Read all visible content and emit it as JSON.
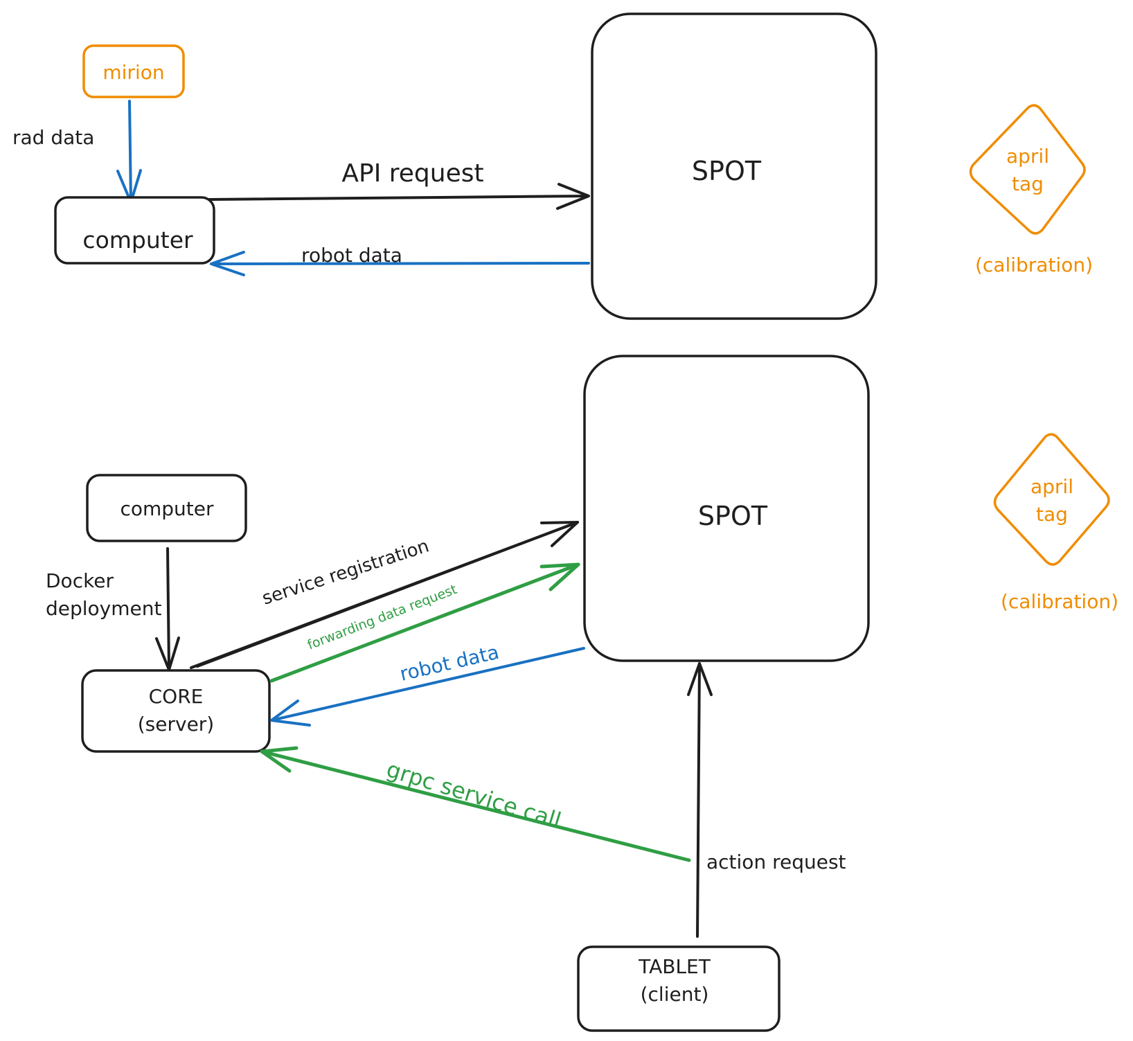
{
  "top": {
    "mirion": "mirion",
    "rad_data": "rad data",
    "computer": "computer",
    "api_request": "API request",
    "robot_data": "robot data",
    "spot": "SPOT",
    "april_tag_line1": "april",
    "april_tag_line2": "tag",
    "calibration": "(calibration)"
  },
  "bottom": {
    "computer": "computer",
    "docker_line1": "Docker",
    "docker_line2": "deployment",
    "core_line1": "CORE",
    "core_line2": "(server)",
    "service_registration": "service registration",
    "forwarding_data_request": "forwarding data request",
    "robot_data": "robot data",
    "grpc_service_call": "grpc service call",
    "spot": "SPOT",
    "april_tag_line1": "april",
    "april_tag_line2": "tag",
    "calibration": "(calibration)",
    "action_request": "action request",
    "tablet_line1": "TABLET",
    "tablet_line2": "(client)"
  },
  "colors": {
    "stroke": "#1e1e1e",
    "orange": "#f08c00",
    "blue": "#1971c2",
    "green": "#2f9e44"
  }
}
